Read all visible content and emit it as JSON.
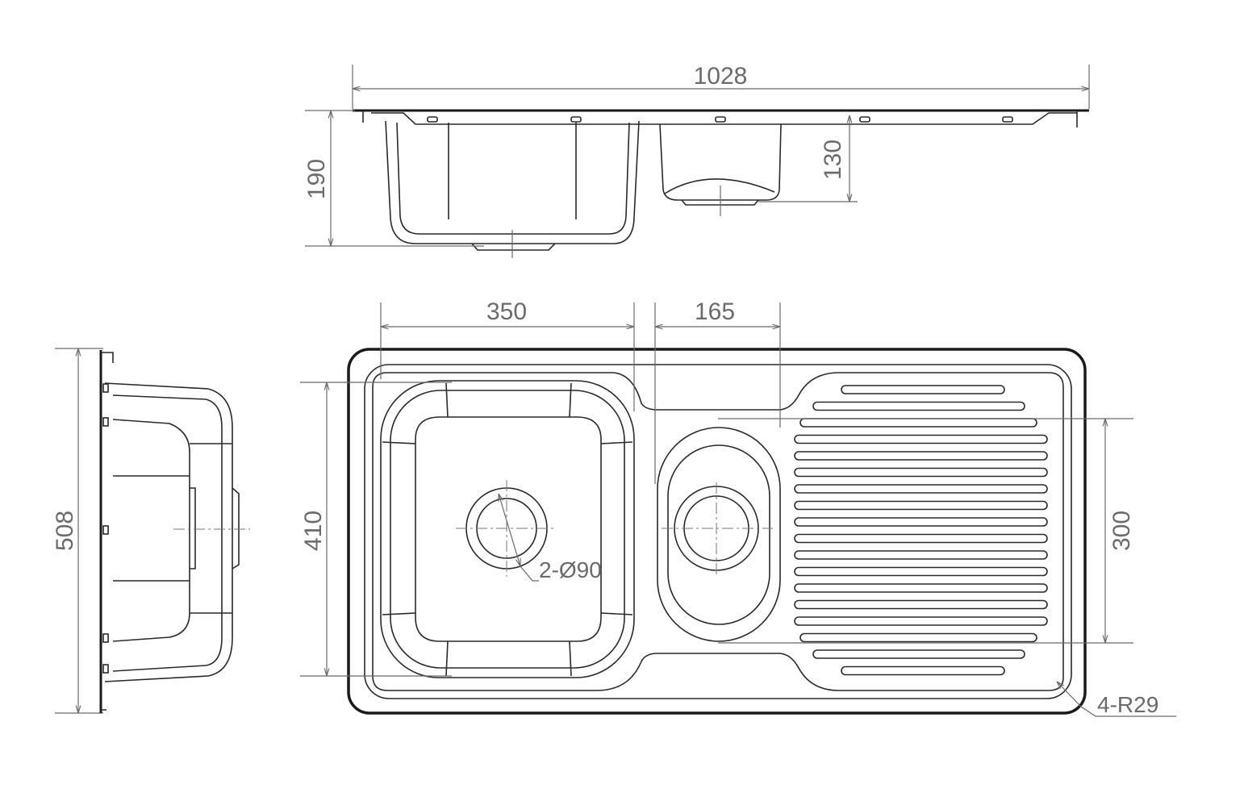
{
  "drawing": {
    "overall_length": "1028",
    "overall_depth": "190",
    "small_bowl_depth": "130",
    "large_bowl_width": "350",
    "small_bowl_width": "165",
    "bowl_length": "410",
    "overall_width": "508",
    "small_bowl_length": "300",
    "waste_diameter": "2-Ø90",
    "corner_radius": "4-R29"
  }
}
